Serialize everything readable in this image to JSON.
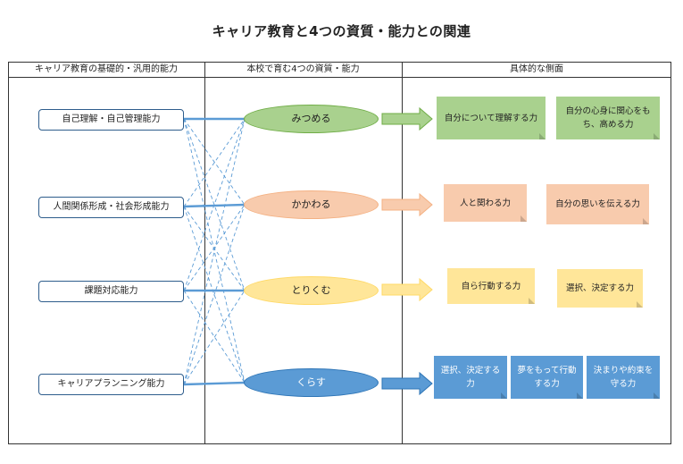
{
  "title": "キャリア教育と4つの資質・能力との関連",
  "columns": {
    "left": "キャリア教育の基礎的・汎用的能力",
    "middle": "本校で育む4つの資質・能力",
    "right": "具体的な側面"
  },
  "abilities": [
    "自己理解・自己管理能力",
    "人間関係形成・社会形成能力",
    "課題対応能力",
    "キャリアプランニング能力"
  ],
  "qualities": [
    {
      "label": "みつめる",
      "color": "#a9d18e",
      "border": "#70ad47"
    },
    {
      "label": "かかわる",
      "color": "#f8cbad",
      "border": "#f4b183"
    },
    {
      "label": "とりくむ",
      "color": "#ffe699",
      "border": "#ffd966"
    },
    {
      "label": "くらす",
      "color": "#5b9bd5",
      "border": "#2e75b6"
    }
  ],
  "aspects": [
    [
      "自分について理解する力",
      "自分の心身に関心をもち、高める力"
    ],
    [
      "人と関わる力",
      "自分の思いを伝える力"
    ],
    [
      "自ら行動する力",
      "選択、決定する力"
    ],
    [
      "選択、決定する力",
      "夢をもって行動する力",
      "決まりや約束を守る力"
    ]
  ],
  "links": {
    "solid_color": "#5b9bd5",
    "dashed_color": "#5b9bd5"
  }
}
